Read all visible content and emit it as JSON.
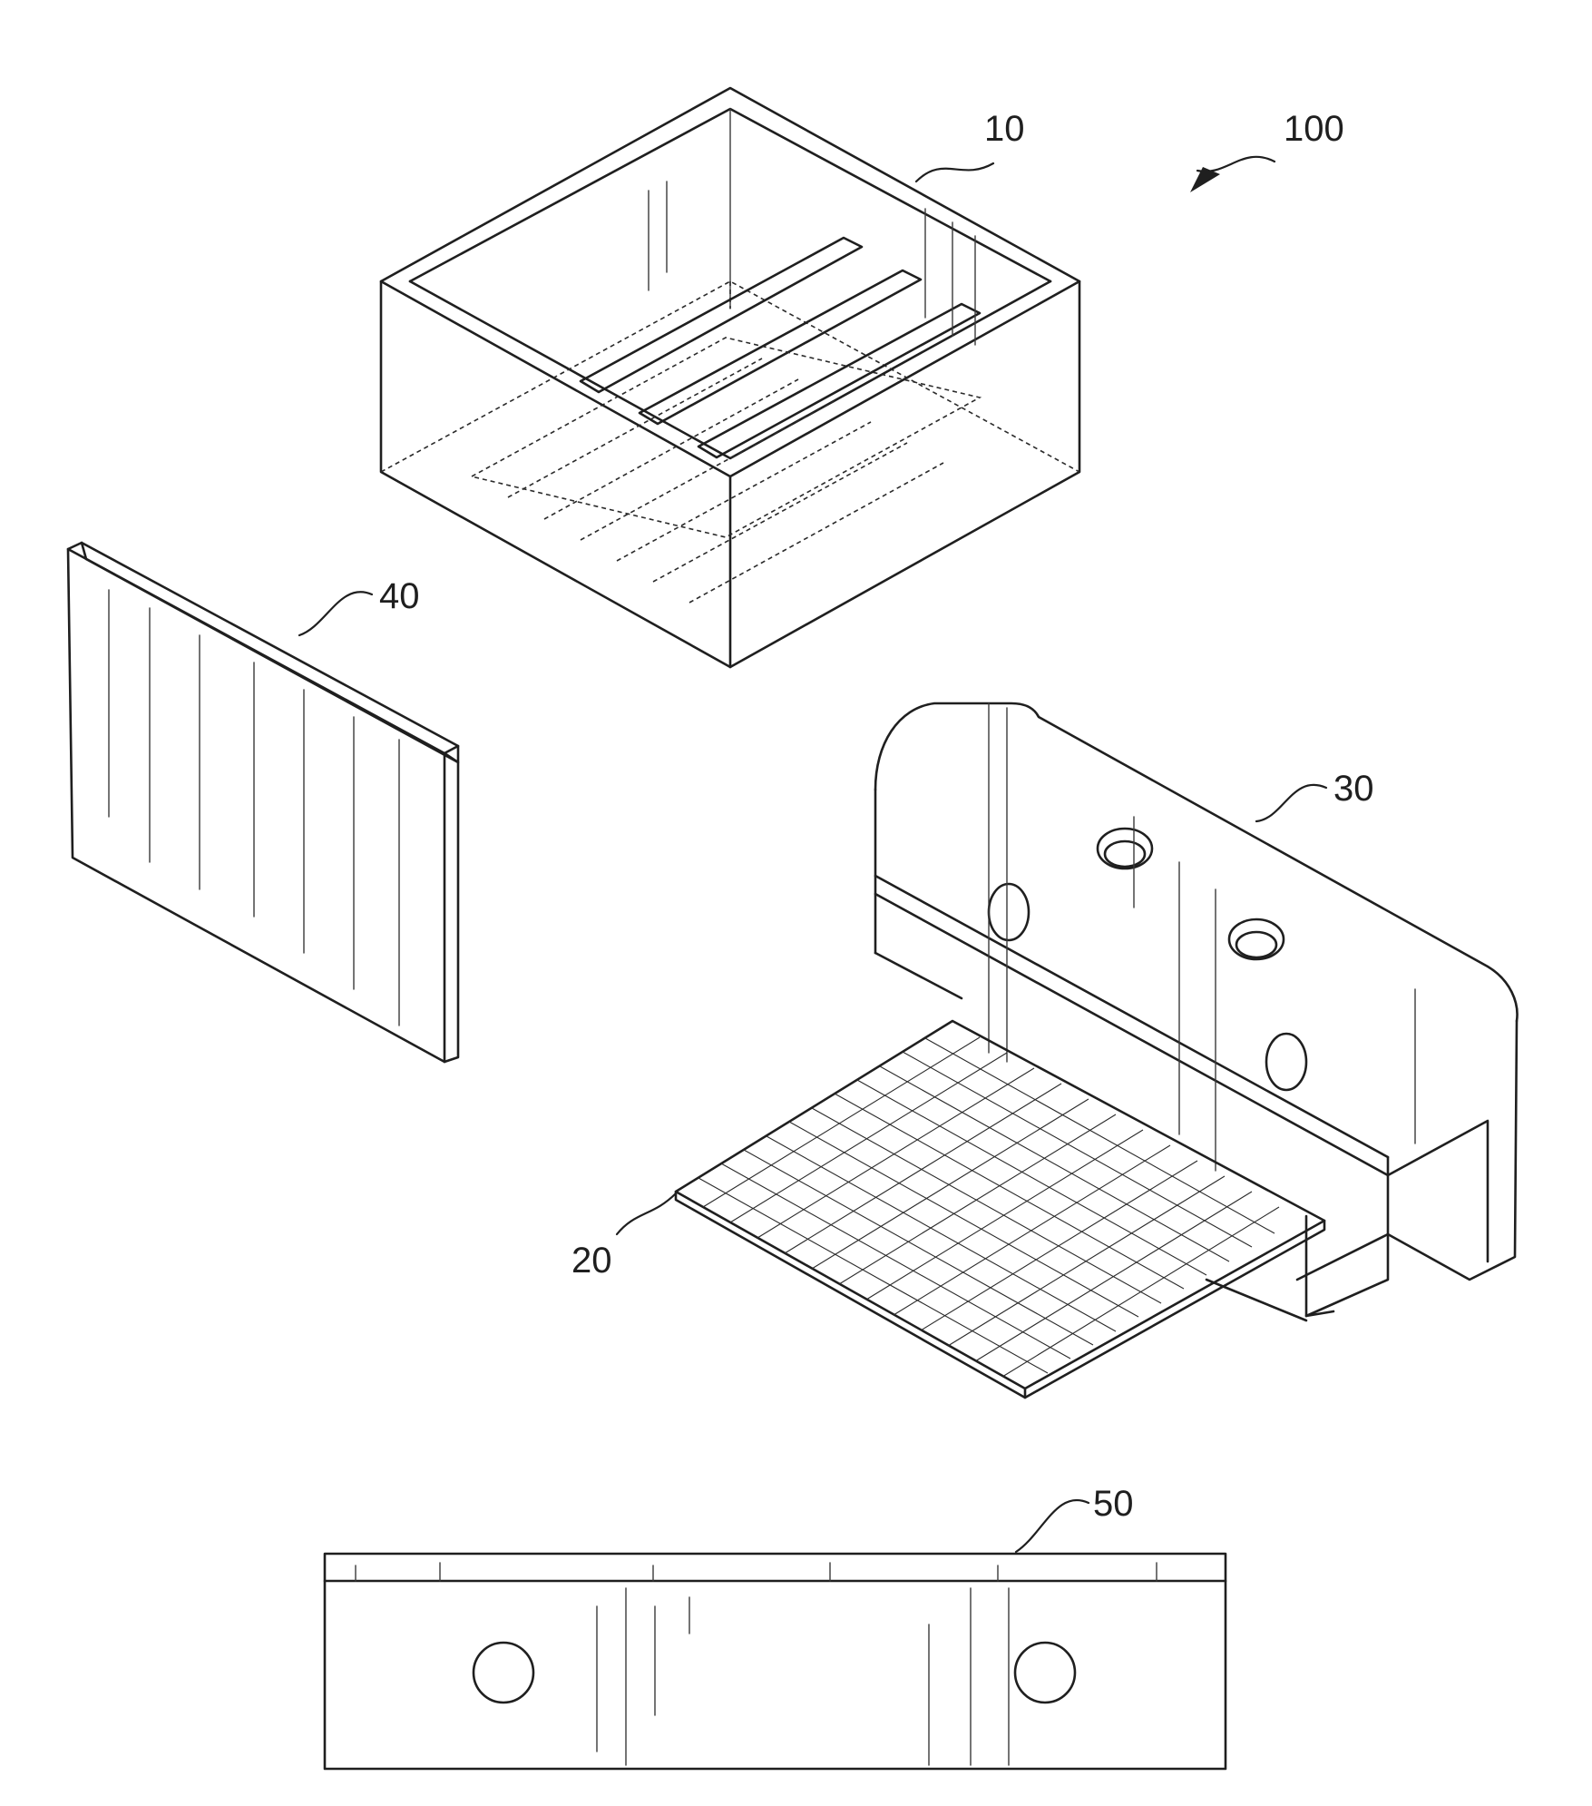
{
  "figure": {
    "reference_numerals": {
      "assembly": "100",
      "container": "10",
      "grid_plate": "20",
      "mold_block": "30",
      "side_plate": "40",
      "base_bar": "50"
    },
    "colors": {
      "line": "#1f1f1f",
      "background": "#ffffff"
    }
  }
}
